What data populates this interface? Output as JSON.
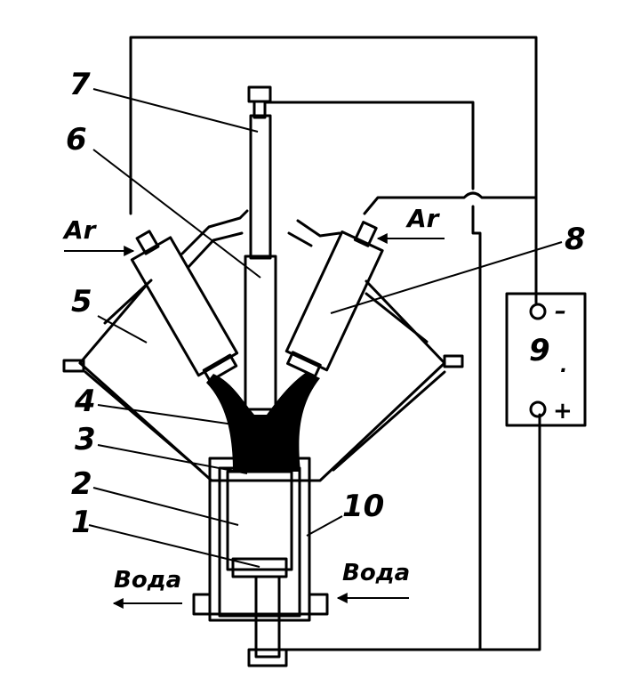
{
  "labels": {
    "n1": "1",
    "n2": "2",
    "n3": "3",
    "n4": "4",
    "n5": "5",
    "n6": "6",
    "n7": "7",
    "n8": "8",
    "n9": "9",
    "n10": "10",
    "gas_left": "Ar",
    "gas_right": "Ar",
    "water_left": "Вода",
    "water_right": "Вода",
    "minus": "–",
    "plus": "+",
    "dot": "."
  }
}
